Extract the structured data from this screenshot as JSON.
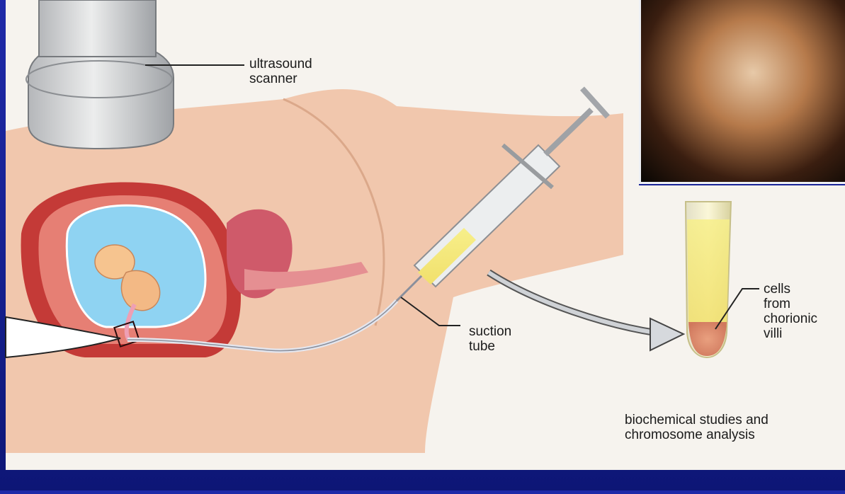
{
  "labels": {
    "ultrasound": "ultrasound\nscanner",
    "suction": "suction\ntube",
    "cells": "cells\nfrom\nchorionic\nvilli",
    "analysis": "biochemical  studies and\nchromosome analysis"
  },
  "colors": {
    "background": "#1a26a0",
    "illustration": "#f6f3ee",
    "skin": "#f2c3a6",
    "uterus": "#c43a37",
    "amniotic": "#8fd3f2",
    "syringe_fluid": "#e8c84a"
  },
  "icons": {
    "photo": "chorionic-villi-photo-icon",
    "tube": "test-tube-icon",
    "arrow": "curved-arrow-icon"
  }
}
